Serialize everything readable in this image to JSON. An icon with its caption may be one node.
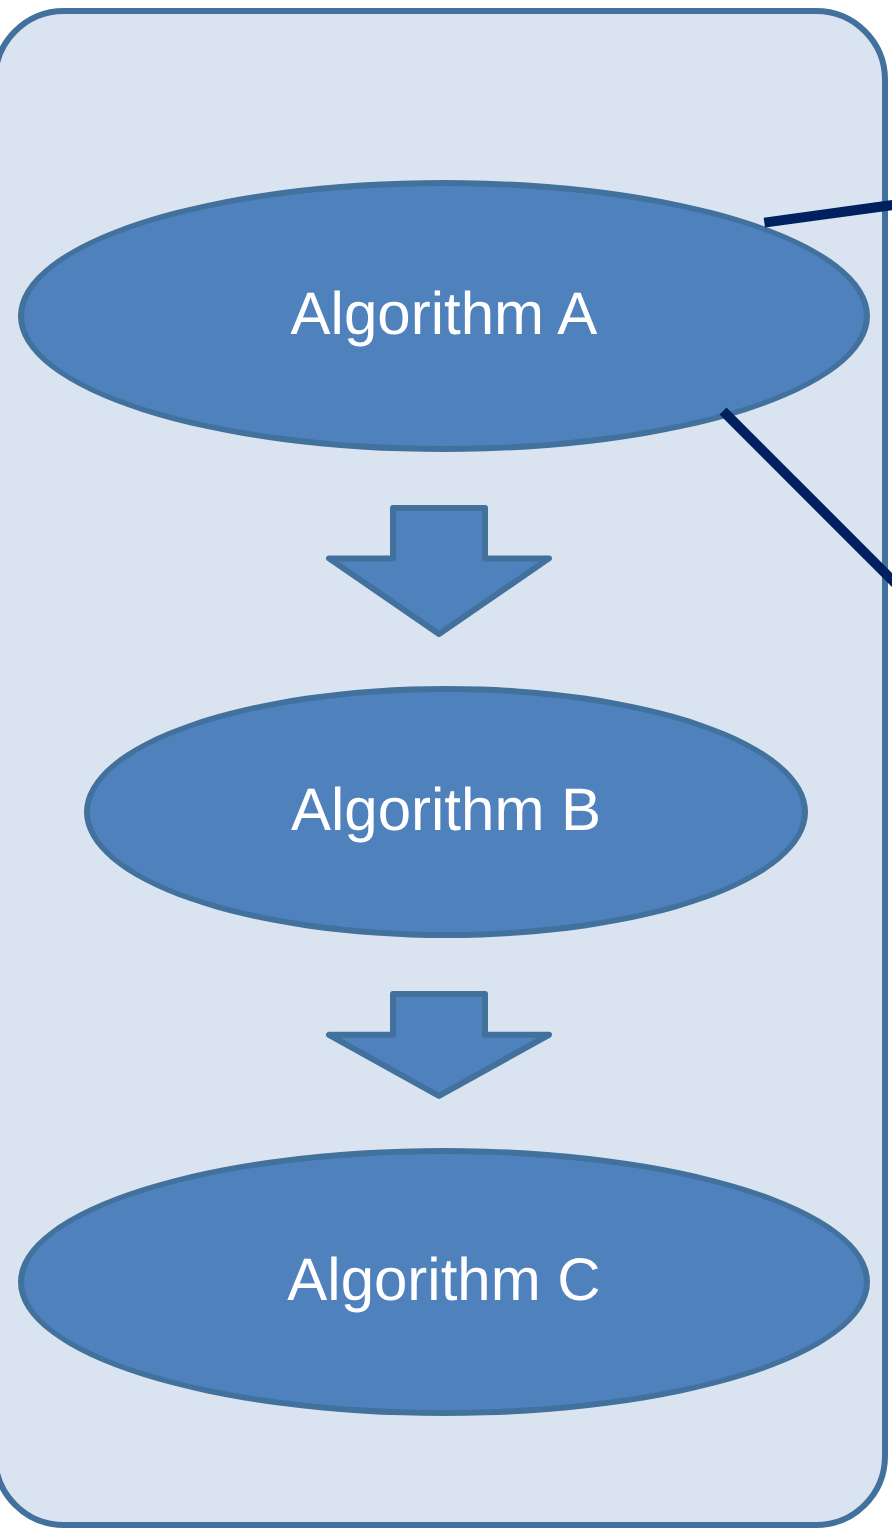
{
  "diagram": {
    "nodes": [
      {
        "text": [],
        "shape": "box"
      },
      {
        "text": [
          "Algorithm A"
        ],
        "in": 0
      },
      {
        "text": [
          "Algorithm B"
        ],
        "in": 0
      },
      {
        "text": [
          "Algorithm C"
        ],
        "in": 0
      }
    ],
    "edges": [
      {
        "from": 1,
        "to": 2,
        "arrow": "to",
        "style": "thick"
      },
      {
        "from": 2,
        "to": 3,
        "arrow": "to",
        "style": "thick"
      },
      {
        "from": 1,
        "to": null,
        "arrow": "none",
        "color": "#002060"
      },
      {
        "from": 1,
        "to": null,
        "arrow": "none",
        "color": "#002060"
      }
    ]
  }
}
